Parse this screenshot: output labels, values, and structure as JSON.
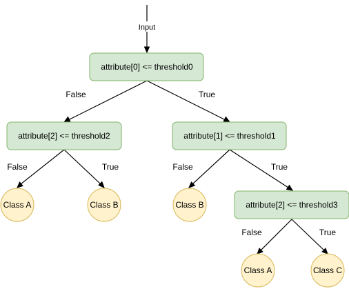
{
  "input_label": "Input",
  "nodes": {
    "root": "attribute[0] <= threshold0",
    "left": "attribute[2] <= threshold2",
    "right": "attribute[1] <= threshold1",
    "right_right": "attribute[2] <= threshold3"
  },
  "leaves": {
    "left_false": "Class A",
    "left_true": "Class B",
    "right_false": "Class B",
    "rr_false": "Class A",
    "rr_true": "Class C"
  },
  "edges": {
    "root_false": "False",
    "root_true": "True",
    "left_false": "False",
    "left_true": "True",
    "right_false": "False",
    "right_true": "True",
    "rr_false": "False",
    "rr_true": "True"
  },
  "colors": {
    "decision_fill": "#d5e8d4",
    "decision_stroke": "#82b366",
    "leaf_fill": "#fff2cc",
    "leaf_stroke": "#d6b656"
  }
}
